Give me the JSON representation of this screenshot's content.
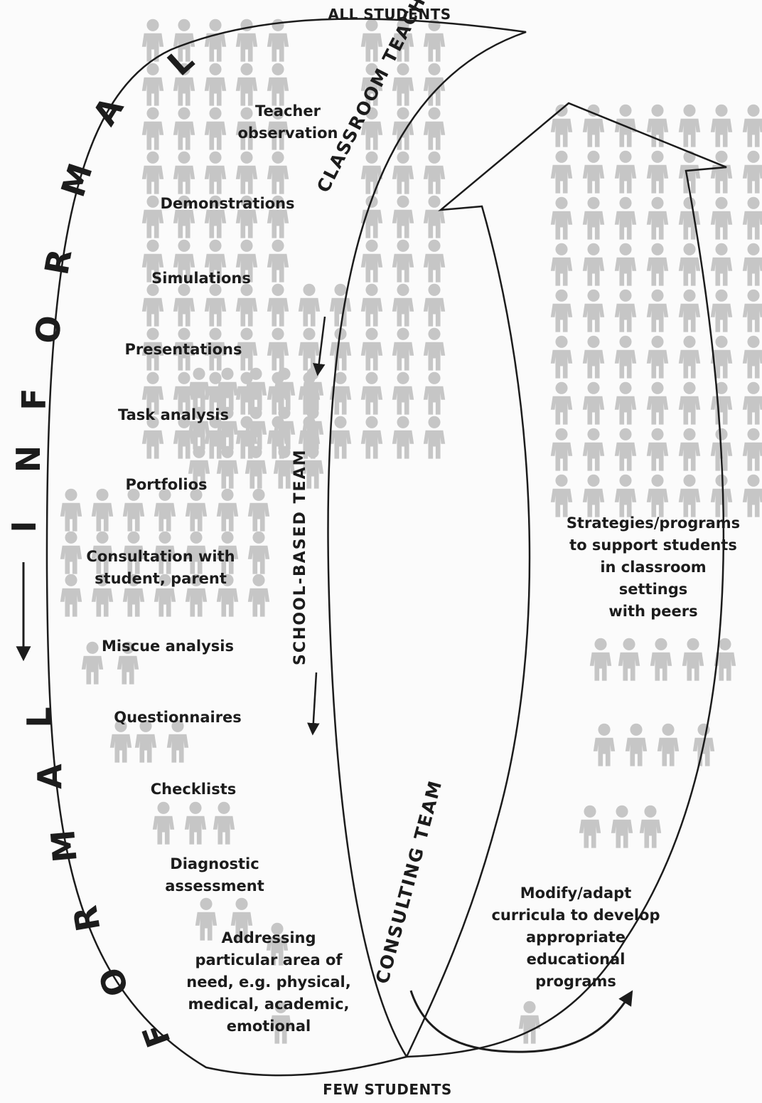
{
  "top_label": "ALL STUDENTS",
  "bottom_label": "FEW STUDENTS",
  "informal_word": "INFORMAL",
  "formal_word": "FORMAL",
  "team_labels": {
    "classroom_teacher": "CLASSROOM TEACHER",
    "school_based_team": "SCHOOL-BASED TEAM",
    "consulting_team": "CONSULTING TEAM"
  },
  "assessment_methods": [
    "Teacher\nobservation",
    "Demonstrations",
    "Simulations",
    "Presentations",
    "Task analysis",
    "Portfolios",
    "Consultation with\nstudent, parent",
    "Miscue analysis",
    "Questionnaires",
    "Checklists",
    "Diagnostic\nassessment",
    "Addressing\nparticular area of\nneed, e.g. physical,\nmedical, academic,\nemotional"
  ],
  "right_side": {
    "strategies": "Strategies/programs\nto support students\nin classroom settings\nwith peers",
    "modify": "Modify/adapt\ncurricula to develop\nappropriate\neducational\nprograms"
  },
  "colors": {
    "ink": "#1c1c1c",
    "figure": "#c4c4c4",
    "background": "#fbfbfb"
  },
  "icons": [
    "person-figure-icon",
    "left-down-arrow-icon",
    "big-up-arrow-icon"
  ]
}
